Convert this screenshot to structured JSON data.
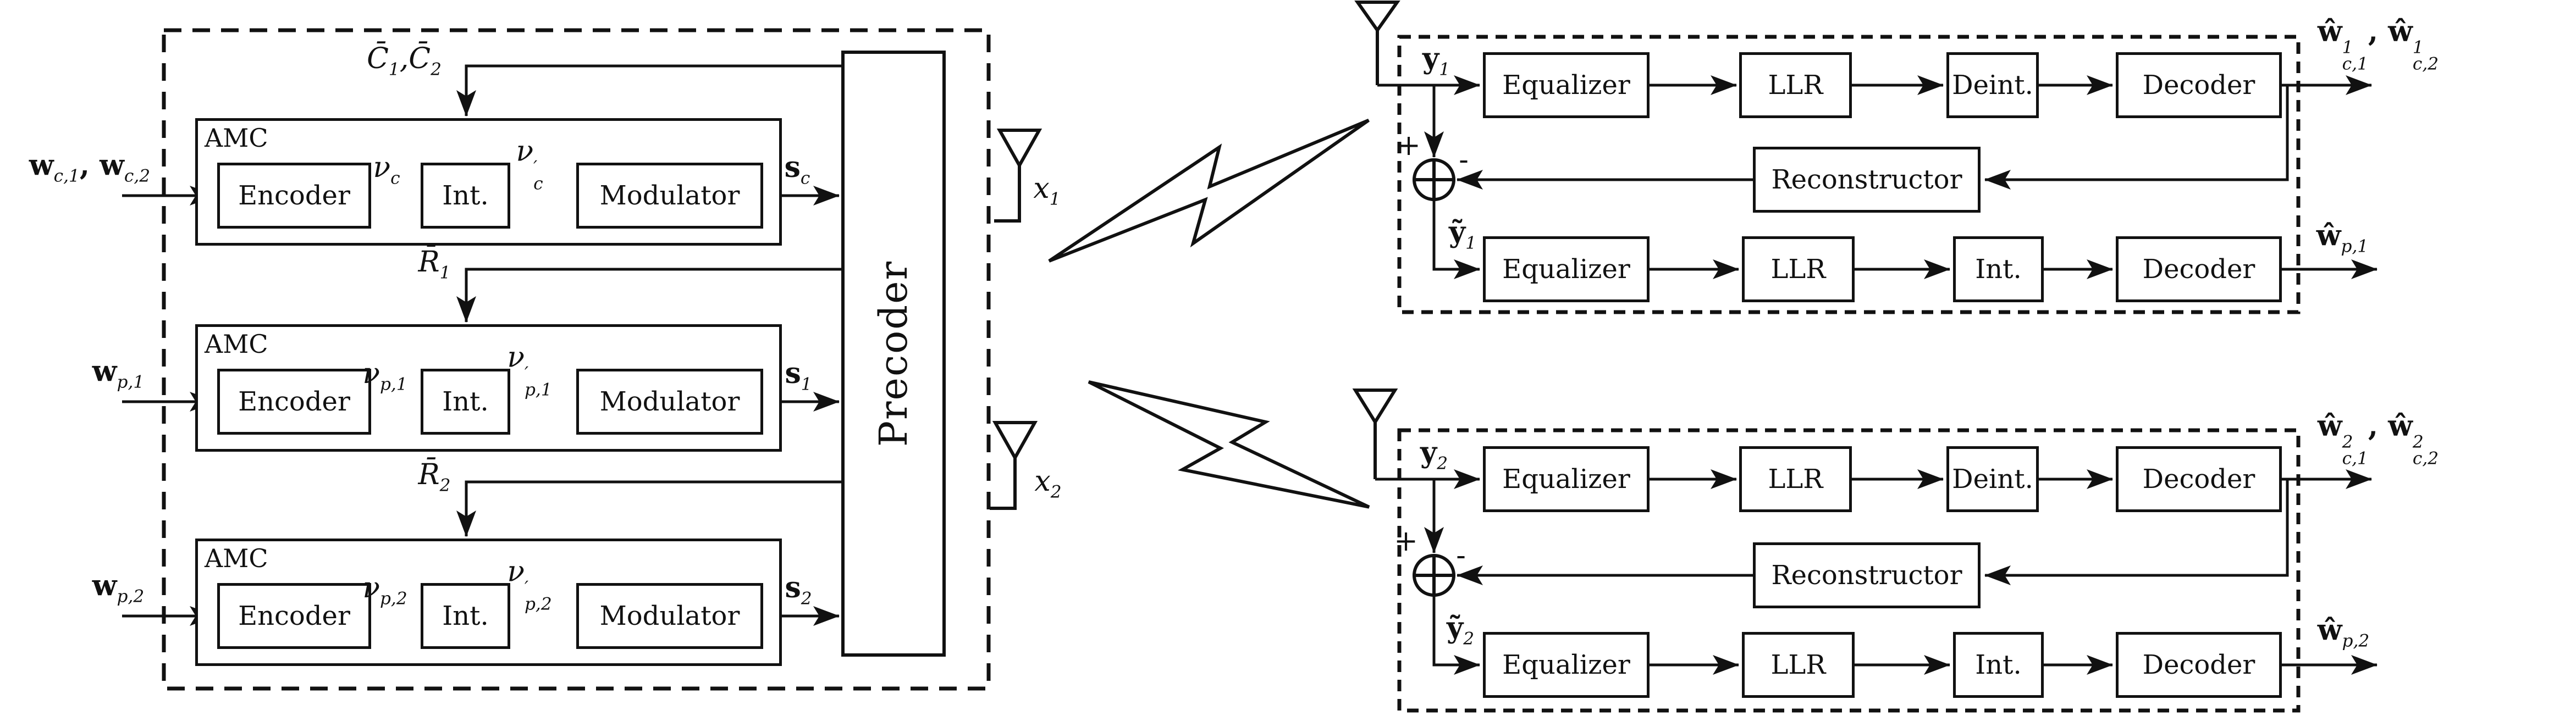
{
  "colors": {
    "ink": "#111111",
    "background": "#ffffff"
  },
  "figure": {
    "transmitter": {
      "precoder": "Precoder",
      "chains": [
        {
          "amc": "AMC",
          "input": "w_{c,1}, w_{c,2}",
          "control": "C̄_{1},C̄_{2}",
          "encoder": "Encoder",
          "interleaver": "Int.",
          "modulator": "Modulator",
          "coded": "ν_{c}",
          "interleaved": "ν^{′}_{c}",
          "symbol": "s_{c}"
        },
        {
          "amc": "AMC",
          "input": "w_{p,1}",
          "control": "R̄_{1}",
          "encoder": "Encoder",
          "interleaver": "Int.",
          "modulator": "Modulator",
          "coded": "ν_{p,1}",
          "interleaved": "ν^{′}_{p,1}",
          "symbol": "s_{1}"
        },
        {
          "amc": "AMC",
          "input": "w_{p,2}",
          "control": "R̄_{2}",
          "encoder": "Encoder",
          "interleaver": "Int.",
          "modulator": "Modulator",
          "coded": "ν_{p,2}",
          "interleaved": "ν^{′}_{p,2}",
          "symbol": "s_{2}"
        }
      ],
      "antennas": [
        {
          "label": "x_{1}"
        },
        {
          "label": "x_{2}"
        }
      ]
    },
    "receivers": [
      {
        "received": "y_{1}",
        "plus": "+",
        "minus": "-",
        "residual": "ỹ_{1}",
        "equalizer_top": "Equalizer",
        "llr_top": "LLR",
        "deinterleaver": "Deint.",
        "decoder_top": "Decoder",
        "reconstructor": "Reconstructor",
        "equalizer_bottom": "Equalizer",
        "llr_bottom": "LLR",
        "interleaver": "Int.",
        "decoder_bottom": "Decoder",
        "output_common": "ŵ^{1}_{c,1}, ŵ^{1}_{c,2}",
        "output_private": "ŵ_{p,1}"
      },
      {
        "received": "y_{2}",
        "plus": "+",
        "minus": "-",
        "residual": "ỹ_{2}",
        "equalizer_top": "Equalizer",
        "llr_top": "LLR",
        "deinterleaver": "Deint.",
        "decoder_top": "Decoder",
        "reconstructor": "Reconstructor",
        "equalizer_bottom": "Equalizer",
        "llr_bottom": "LLR",
        "interleaver": "Int.",
        "decoder_bottom": "Decoder",
        "output_common": "ŵ^{2}_{c,1}, ŵ^{2}_{c,2}",
        "output_private": "ŵ_{p,2}"
      }
    ]
  }
}
